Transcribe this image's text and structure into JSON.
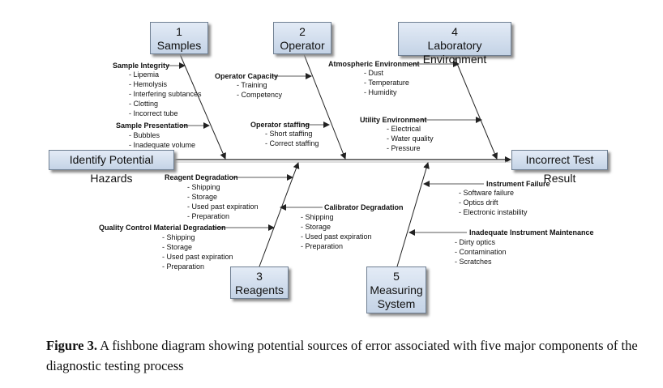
{
  "categories": [
    {
      "number": "1",
      "name": "Samples"
    },
    {
      "number": "2",
      "name": "Operator"
    },
    {
      "number": "3",
      "name": "Reagents"
    },
    {
      "number": "4",
      "name": "Laboratory Environment"
    },
    {
      "number": "5",
      "name_line1": "Measuring",
      "name_line2": "System"
    }
  ],
  "start_box": "Identify Potential Hazards",
  "end_box": "Incorrect Test Result",
  "causes": {
    "sample_integrity": {
      "title": "Sample Integrity",
      "items": [
        "- Lipemia",
        "- Hemolysis",
        "- Interfering subtances",
        "- Clotting",
        "- Incorrect tube"
      ]
    },
    "sample_presentation": {
      "title": "Sample Presentation",
      "items": [
        "- Bubbles",
        "- Inadequate volume"
      ]
    },
    "operator_capacity": {
      "title": "Operator Capacity",
      "items": [
        "- Training",
        "- Competency"
      ]
    },
    "operator_staffing": {
      "title": "Operator staffing",
      "items": [
        "- Short staffing",
        "- Correct staffing"
      ]
    },
    "atmospheric_environment": {
      "title": "Atmospheric Environment",
      "items": [
        "- Dust",
        "- Temperature",
        "- Humidity"
      ]
    },
    "utility_environment": {
      "title": "Utility Environment",
      "items": [
        "- Electrical",
        "- Water quality",
        "- Pressure"
      ]
    },
    "reagent_degradation": {
      "title": "Reagent Degradation",
      "items": [
        "- Shipping",
        "- Storage",
        "- Used past expiration",
        "- Preparation"
      ]
    },
    "calibrator_degradation": {
      "title": "Calibrator Degradation",
      "items": [
        "- Shipping",
        "- Storage",
        "- Used past expiration",
        "- Preparation"
      ]
    },
    "qc_material_degradation": {
      "title": "Quality Control Material Degradation",
      "items": [
        "- Shipping",
        "- Storage",
        "- Used past expiration",
        "- Preparation"
      ]
    },
    "instrument_failure": {
      "title": "Instrument Failure",
      "items": [
        "- Software failure",
        "- Optics drift",
        "- Electronic instability"
      ]
    },
    "inadequate_maintenance": {
      "title": "Inadequate Instrument Maintenance",
      "items": [
        "- Dirty optics",
        "- Contamination",
        "- Scratches"
      ]
    }
  },
  "caption": {
    "label": "Figure 3.",
    "text": " A fishbone diagram showing potential sources of error associated with five major components of the diagnostic testing process"
  }
}
